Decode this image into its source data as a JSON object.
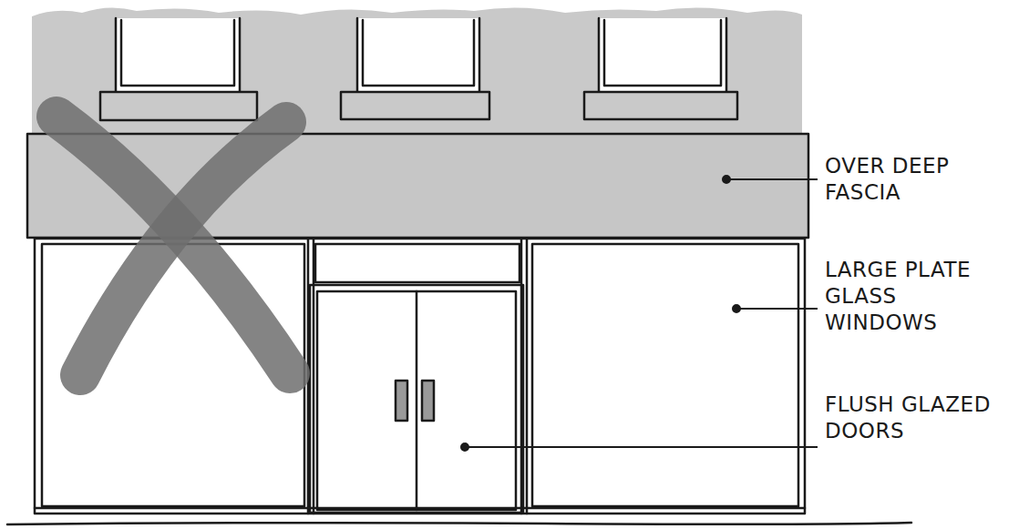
{
  "diagram": {
    "labels": [
      "OVER DEEP FASCIA",
      "LARGE PLATE GLASS WINDOWS",
      "FLUSH GLAZED DOORS"
    ]
  }
}
